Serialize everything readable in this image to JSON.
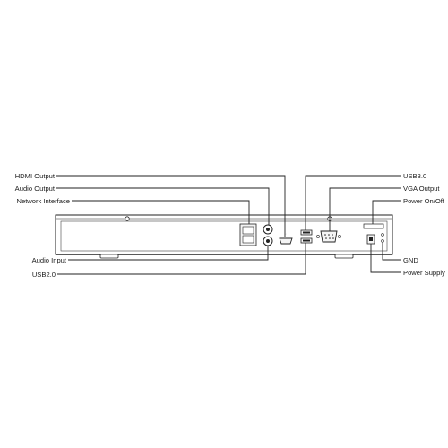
{
  "labels": {
    "hdmi_output": "HDMI Output",
    "audio_output": "Audio Output",
    "network_interface": "Network Interface",
    "audio_input": "Audio Input",
    "usb2": "USB2.0",
    "usb3": "USB3.0",
    "vga_output": "VGA Output",
    "power_onoff": "Power On/Off",
    "gnd": "GND",
    "power_supply": "Power Supply"
  },
  "colors": {
    "outline": "#222222",
    "panel": "#ffffff",
    "port_fill": "#f4f4f4"
  }
}
